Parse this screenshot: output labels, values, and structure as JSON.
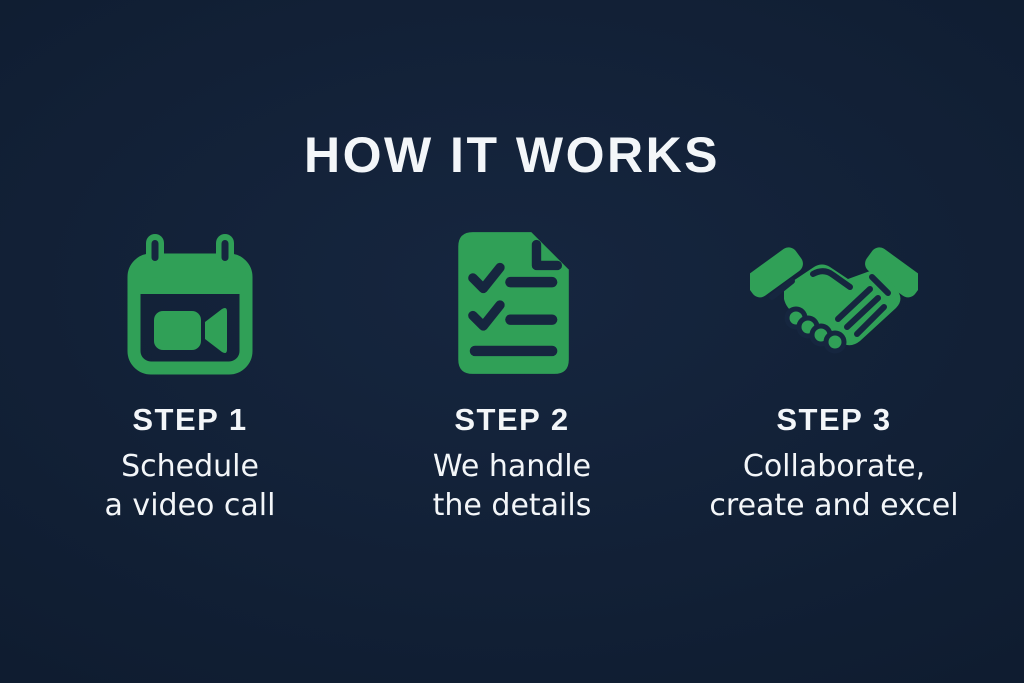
{
  "title": "HOW IT WORKS",
  "colors": {
    "accent_green": "#30a057",
    "text": "#f3f6f9",
    "background_center": "#16263f",
    "background_edge": "#0e1b2e"
  },
  "steps": [
    {
      "label": "STEP 1",
      "lines": [
        "Schedule",
        "a video call"
      ],
      "icon": "calendar-video-icon"
    },
    {
      "label": "STEP 2",
      "lines": [
        "We handle",
        "the details"
      ],
      "icon": "checklist-document-icon"
    },
    {
      "label": "STEP 3",
      "lines": [
        "Collaborate,",
        "create and excel"
      ],
      "icon": "handshake-icon"
    }
  ]
}
